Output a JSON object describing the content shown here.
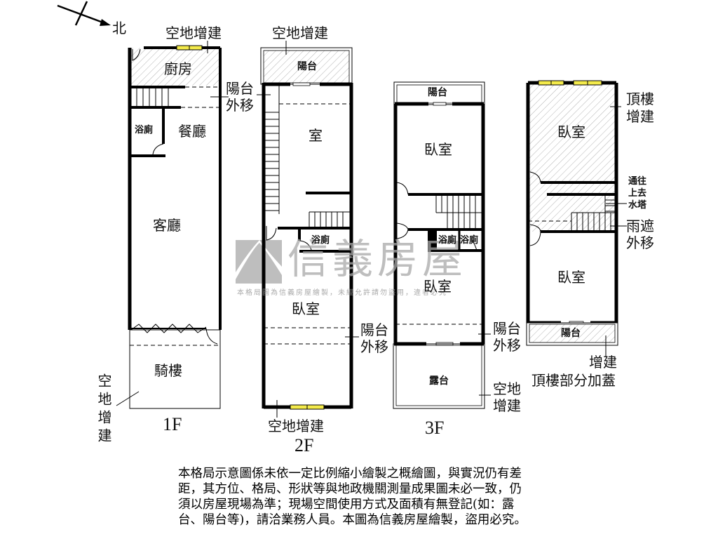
{
  "compass": {
    "label": "北"
  },
  "watermark": {
    "brand": "信義房屋",
    "notice": "本格局圖為信義房屋繪製，未經允許請勿盜用，違者必究"
  },
  "floors": [
    {
      "id": "1F",
      "label": "1F",
      "rooms": {
        "kitchen": "廚房",
        "dining": "餐廳",
        "bath": "浴廁",
        "living": "客廳",
        "arcade": "騎樓"
      },
      "annotations": {
        "top": "空地增建",
        "balcony_moved": "陽台外移",
        "side_extension": "空地增建"
      }
    },
    {
      "id": "2F",
      "label": "2F",
      "rooms": {
        "balcony": "陽台",
        "room": "室",
        "bath": "浴廁",
        "bedroom": "臥室"
      },
      "annotations": {
        "top": "空地增建",
        "balcony_moved_top": "陽台外移",
        "balcony_moved_bottom": "陽台外移",
        "bottom": "空地增建"
      }
    },
    {
      "id": "3F",
      "label": "3F",
      "rooms": {
        "balcony": "陽台",
        "bedroom_top": "臥室",
        "bath_1": "浴廁",
        "bath_2": "浴廁",
        "bedroom_bottom": "臥室",
        "terrace": "露台"
      },
      "annotations": {
        "balcony_moved": "陽台外移",
        "extension": "空地增建"
      }
    },
    {
      "id": "roof",
      "label": "頂樓部分加蓋",
      "rooms": {
        "bedroom_top": "臥室",
        "bedroom_bottom": "臥室",
        "balcony": "陽台"
      },
      "annotations": {
        "roof_extension": "頂樓增建",
        "to_water_tower": "通往上去水塔",
        "canopy_moved": "雨遮外移",
        "extension": "增建"
      }
    }
  ],
  "disclaimer": [
    "本格局示意圖係未依一定比例縮小繪製之概繪圖，與實況仍有差",
    "距，其方位、格局、形狀等與地政機關測量成果圖未必一致，仍",
    "須以房屋現場為準；現場空間使用方式及面積有無登記(如：露",
    "台、陽台等)，請洽業務人員。本圖為信義房屋繪製，盜用必究。"
  ],
  "colors": {
    "wall": "#000000",
    "window": "#f3ea4a",
    "hatch": "#9a9a9a",
    "watermark": "#a9a9a9"
  }
}
